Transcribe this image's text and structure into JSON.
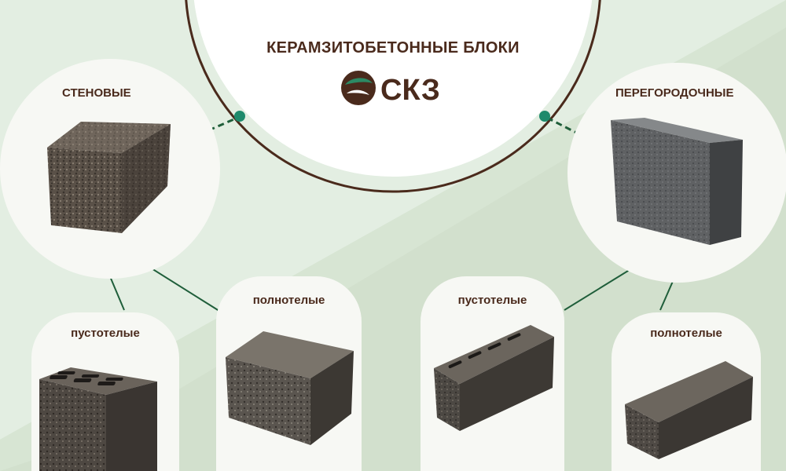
{
  "header": {
    "title": "КЕРАМЗИТОБЕТОННЫЕ БЛОКИ",
    "logo_text": "СКЗ"
  },
  "categories": {
    "wall": {
      "label": "СТЕНОВЫЕ"
    },
    "partition": {
      "label": "ПЕРЕГОРОДОЧНЫЕ"
    }
  },
  "cards": {
    "wall_hollow": {
      "label": "пустотелые"
    },
    "wall_solid": {
      "label": "полнотелые"
    },
    "partition_hollow": {
      "label": "пустотелые"
    },
    "partition_solid": {
      "label": "полнотелые"
    }
  },
  "colors": {
    "background_light": "#e3eee2",
    "background_mid": "#d2e0cd",
    "panel": "#f7f8f4",
    "text_brown": "#4a2a1c",
    "ring_brown": "#4a2a1c",
    "node_green": "#1e8a6c",
    "line_green": "#1f5e3a",
    "logo_green": "#2c8a64"
  }
}
